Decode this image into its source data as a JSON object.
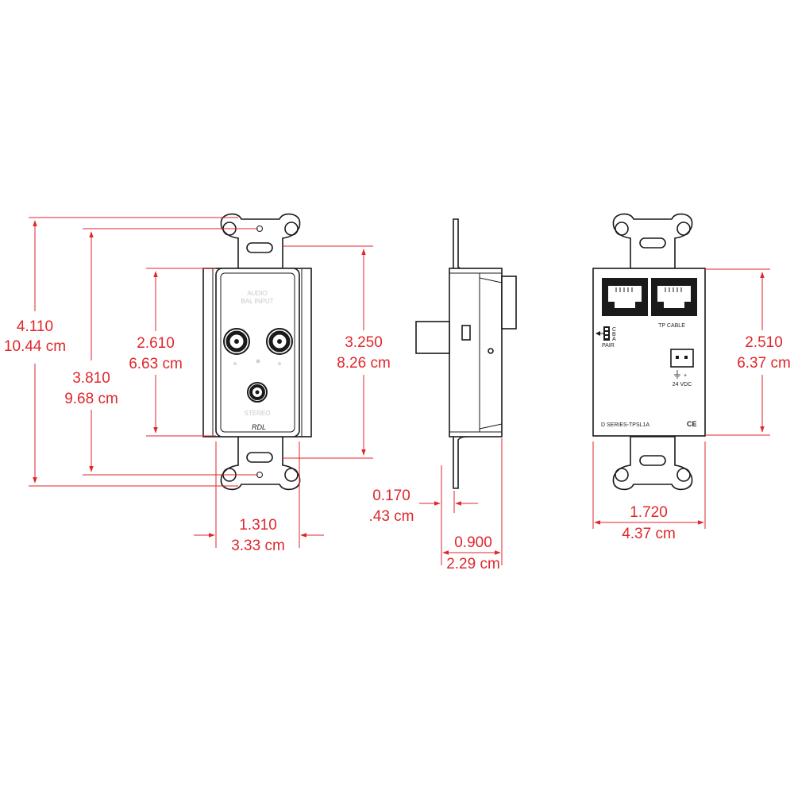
{
  "colors": {
    "dimension": "#e0262b",
    "outline": "#1a1a1a",
    "background": "#ffffff"
  },
  "front_view": {
    "brand": "RDL",
    "faint_legend_top": "AUDIO",
    "faint_legend_top2": "BAL INPUT",
    "faint_legend_bottom": "STEREO",
    "dimensions": {
      "overall_height": {
        "inch": "4.110",
        "cm": "10.44 cm"
      },
      "mounting_height": {
        "inch": "3.810",
        "cm": "9.68 cm"
      },
      "plate_height": {
        "inch": "2.610",
        "cm": "6.63 cm"
      },
      "body_height": {
        "inch": "3.250",
        "cm": "8.26 cm"
      },
      "width": {
        "inch": "1.310",
        "cm": "3.33 cm"
      }
    }
  },
  "side_view": {
    "dimensions": {
      "plate_thickness": {
        "inch": "0.170",
        "cm": ".43 cm"
      },
      "depth": {
        "inch": "0.900",
        "cm": "2.29 cm"
      }
    }
  },
  "rear_view": {
    "label_tp_cable": "TP CABLE",
    "pair_letters": [
      "C",
      "B",
      "A"
    ],
    "label_pair": "PAIR",
    "label_power": "24 VDC",
    "label_plus": "+",
    "label_model": "D SERIES-TPSL1A",
    "label_ce": "CE",
    "dimensions": {
      "height": {
        "inch": "2.510",
        "cm": "6.37 cm"
      },
      "width": {
        "inch": "1.720",
        "cm": "4.37 cm"
      }
    }
  }
}
